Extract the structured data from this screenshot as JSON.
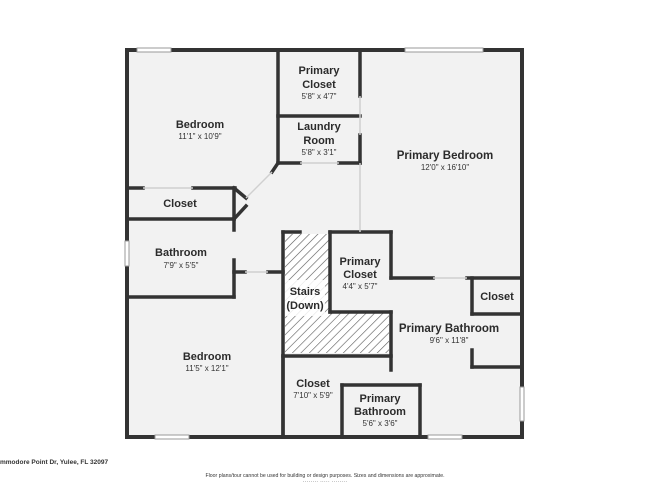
{
  "address": "mmodore Point Dr, Yulee, FL 32097",
  "disclaimer": "Floor plans/tour cannot be used for building or design purposes. Sizes and dimensions are approximate.",
  "brand_line": "········ ····· ········",
  "colors": {
    "wall": "#333333",
    "floor": "#f2f2f2",
    "window": "#d9d9d9",
    "stair_hatch": "#555555"
  },
  "rooms": {
    "bedroom_top": {
      "name": "Bedroom",
      "dims": "11'1\" x 10'9\""
    },
    "primary_closet_top": {
      "name_line1": "Primary",
      "name_line2": "Closet",
      "dims": "5'8\" x 4'7\""
    },
    "laundry": {
      "name_line1": "Laundry",
      "name_line2": "Room",
      "dims": "5'8\" x 3'1\""
    },
    "primary_bedroom": {
      "name": "Primary Bedroom",
      "dims": "12'0\" x 16'10\""
    },
    "closet_left": {
      "name": "Closet"
    },
    "bathroom": {
      "name": "Bathroom",
      "dims": "7'9\" x 5'5\""
    },
    "stairs": {
      "name_line1": "Stairs",
      "name_line2": "(Down)"
    },
    "primary_closet_mid": {
      "name_line1": "Primary",
      "name_line2": "Closet",
      "dims": "4'4\" x 5'7\""
    },
    "closet_right": {
      "name": "Closet"
    },
    "primary_bathroom": {
      "name": "Primary Bathroom",
      "dims": "9'6\" x 11'8\""
    },
    "bedroom_bottom": {
      "name": "Bedroom",
      "dims": "11'5\" x 12'1\""
    },
    "closet_bottom": {
      "name": "Closet",
      "dims": "7'10\" x 5'9\""
    },
    "primary_bathroom_small": {
      "name_line1": "Primary",
      "name_line2": "Bathroom",
      "dims": "5'6\" x 3'6\""
    }
  }
}
